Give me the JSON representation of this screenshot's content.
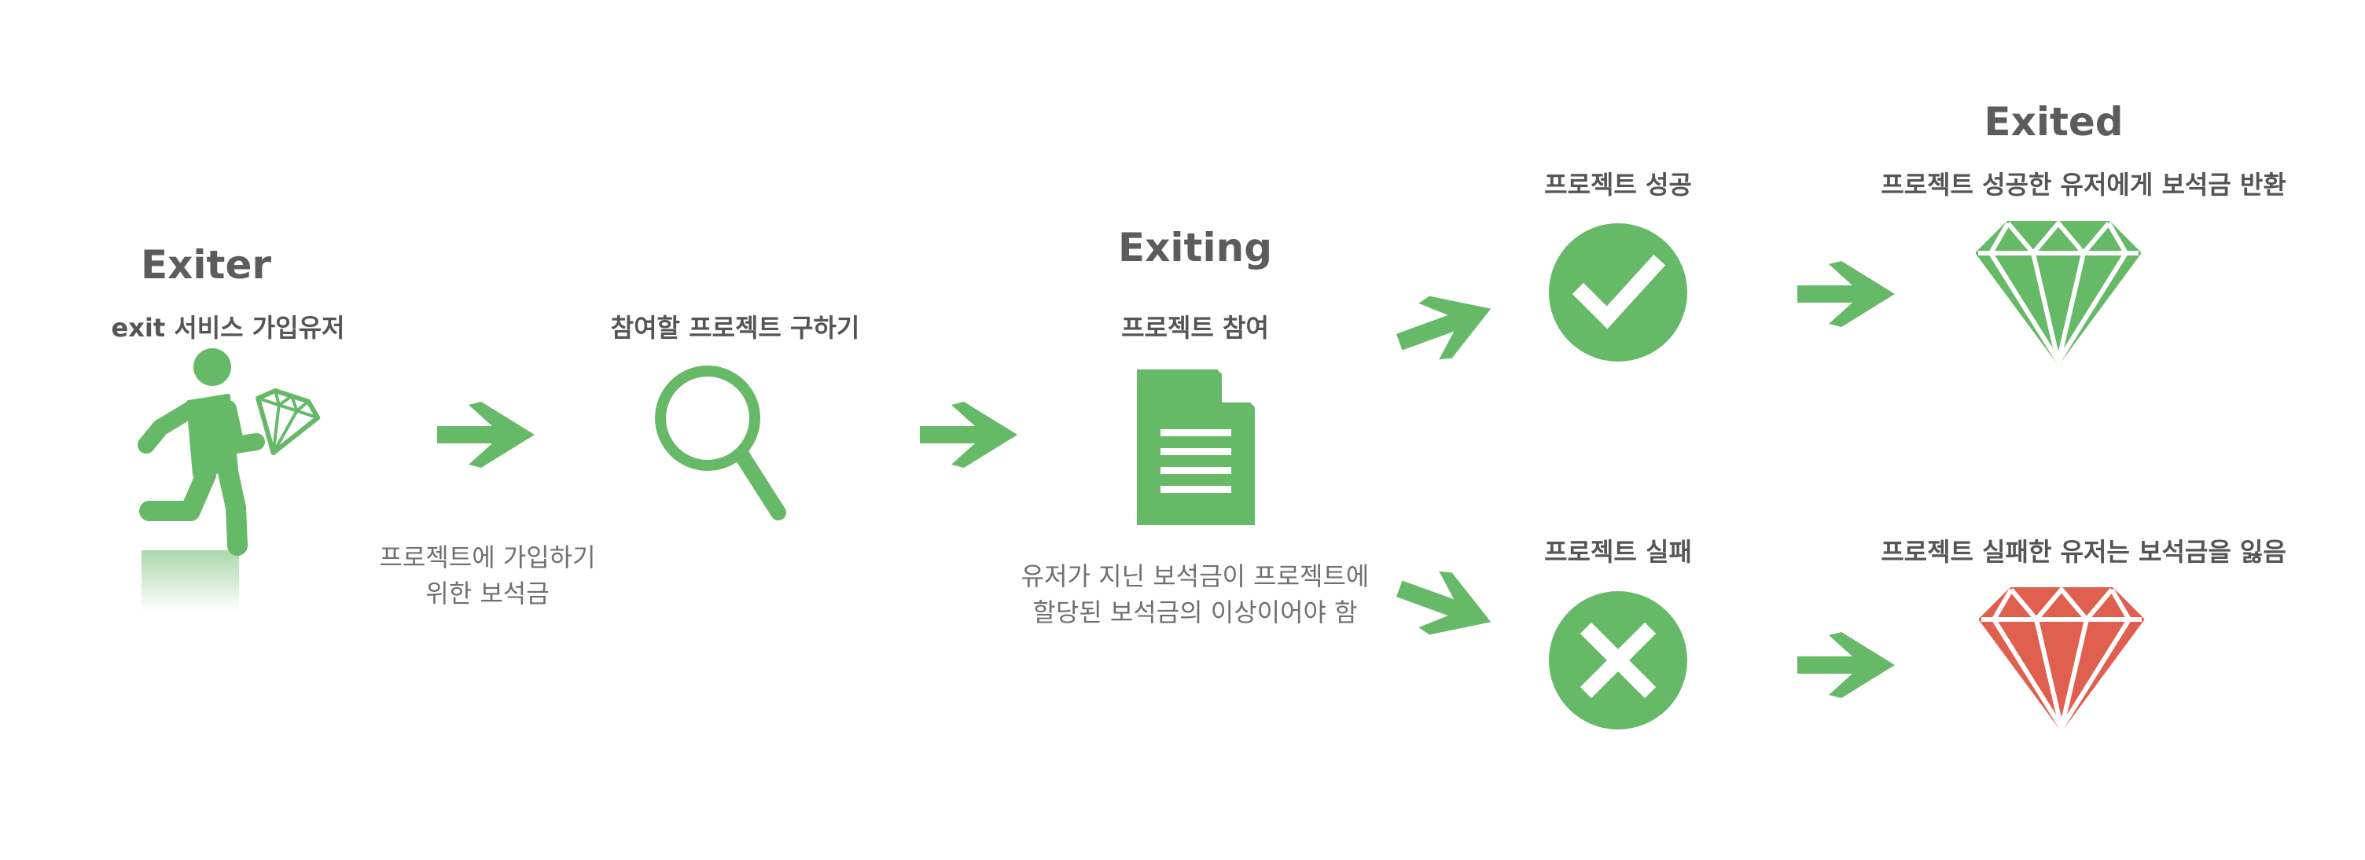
{
  "stages": {
    "exiter": {
      "title": "Exiter",
      "subtitle": "exit 서비스 가입유저",
      "note_line1": "프로젝트에 가입하기",
      "note_line2": "위한 보석금"
    },
    "search": {
      "subtitle": "참여할 프로젝트 구하기"
    },
    "exiting": {
      "title": "Exiting",
      "subtitle": "프로젝트 참여",
      "note_line1": "유저가 지닌 보석금이 프로젝트에",
      "note_line2": "할당된 보석금의 이상이어야 함"
    },
    "outcomes": {
      "success_label": "프로젝트 성공",
      "fail_label": "프로젝트 실패"
    },
    "exited": {
      "title": "Exited",
      "success_result": "프로젝트 성공한 유저에게 보석금 반환",
      "fail_result": "프로젝트 실패한 유저는 보석금을 잃음"
    }
  },
  "icons": {
    "runner": "running-person-with-diamond-icon",
    "search": "magnifier-icon",
    "document": "document-icon",
    "success": "check-circle-icon",
    "fail": "x-circle-icon",
    "diamond_success": "diamond-icon",
    "diamond_fail": "diamond-icon"
  },
  "colors": {
    "green": "#66b966",
    "red": "#e06050",
    "text_dark": "#555555",
    "text_note": "#707070"
  }
}
